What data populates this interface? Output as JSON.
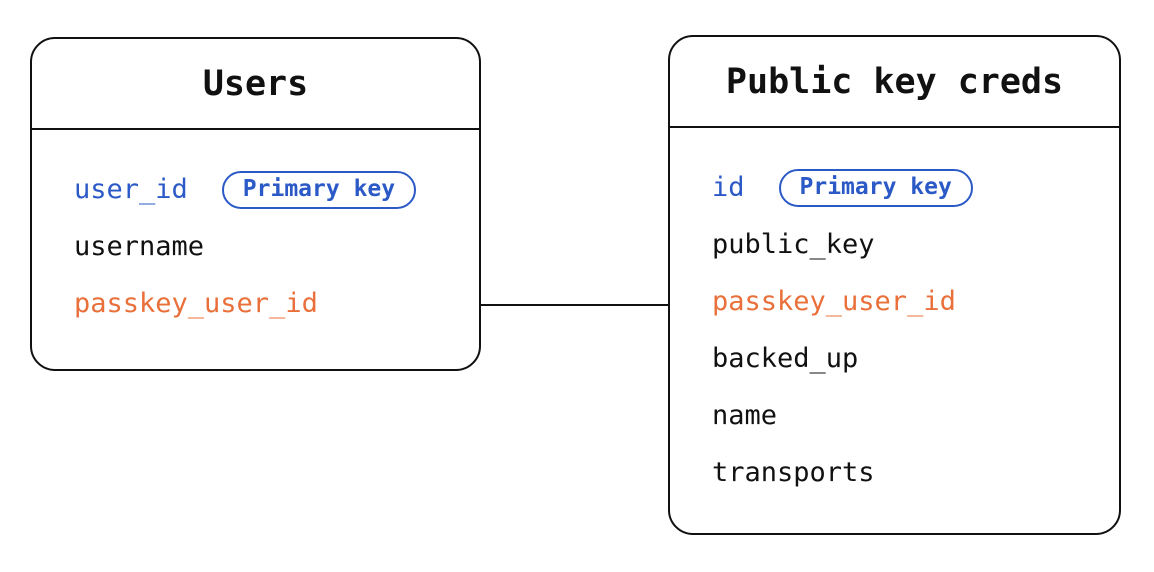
{
  "diagram": {
    "type": "entity-relationship",
    "background": "#ffffff",
    "colors": {
      "primary_key_blue": "#2b5ac7",
      "highlight_orange": "#e9703a",
      "text": "#111111",
      "border": "#111111"
    },
    "tables": [
      {
        "title": "Users",
        "fields": [
          {
            "name": "user_id",
            "badge": "Primary key",
            "color": "blue"
          },
          {
            "name": "username",
            "color": "black"
          },
          {
            "name": "passkey_user_id",
            "color": "orange"
          }
        ]
      },
      {
        "title": "Public key creds",
        "fields": [
          {
            "name": "id",
            "badge": "Primary key",
            "color": "blue"
          },
          {
            "name": "public_key",
            "color": "black"
          },
          {
            "name": "passkey_user_id",
            "color": "orange"
          },
          {
            "name": "backed_up",
            "color": "black"
          },
          {
            "name": "name",
            "color": "black"
          },
          {
            "name": "transports",
            "color": "black"
          }
        ]
      }
    ],
    "connector": {
      "from_table": "Users",
      "from_field": "passkey_user_id",
      "to_table": "Public key creds",
      "to_field": "passkey_user_id"
    }
  }
}
